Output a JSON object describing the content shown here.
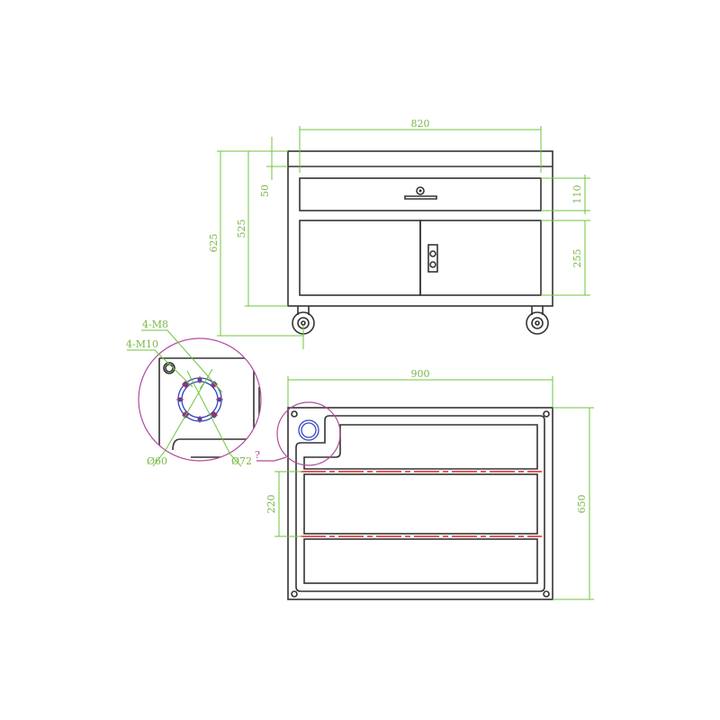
{
  "colors": {
    "outline": "#333333",
    "dimension": "#6cc43c",
    "detail_circle": "#b04a9a",
    "bolt_circle": "#3344bb",
    "center_line": "#e52222"
  },
  "front_view": {
    "width": "820",
    "top_thickness": "50",
    "overall_height": "625",
    "body_height": "525",
    "drawer_height": "110",
    "door_height": "255"
  },
  "top_view": {
    "width": "900",
    "depth": "650",
    "pitch": "220",
    "callout": "?"
  },
  "detail": {
    "bolts_outer": "4-M8",
    "bolts_inner": "4-M10",
    "dia_inner": "Ø60",
    "dia_outer": "Ø72"
  }
}
